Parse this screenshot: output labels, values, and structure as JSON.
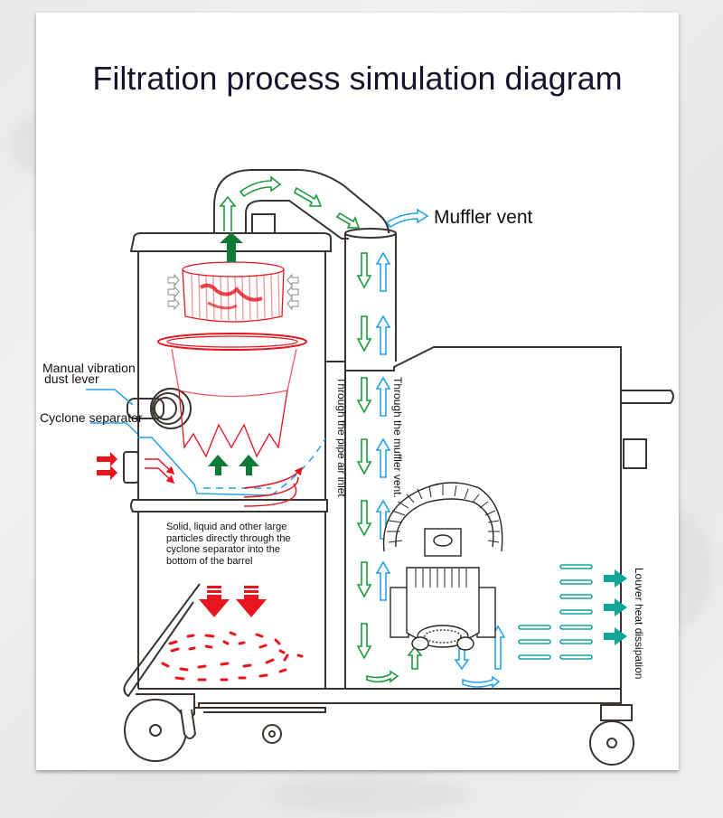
{
  "title": "Filtration process simulation diagram",
  "labels": {
    "muffler_vent": "Muffler vent",
    "manual_vibration_line1": "Manual vibration",
    "manual_vibration_line2": "dust lever",
    "cyclone_separator": "Cyclone separator",
    "large_particles": "Solid, liquid and other large particles directly through the cyclone separator into the bottom of the barrel",
    "pipe_air_inlet": "Through the pipe air inlet",
    "muffler_vent_path": "Through the muffler vent.",
    "louver_heat": "Louver heat dissipation"
  },
  "colors": {
    "outline": "#3a3330",
    "air_green": "#1a9a3a",
    "exhaust_blue": "#27a3e6",
    "dust_red": "#e8141e",
    "louver_teal": "#12a39a",
    "filter_arrow_grey": "#8a8a8a",
    "title_text": "#14142a",
    "solid_green": "#0d7a36"
  },
  "icons": {
    "inlet_arrows": "red-right-arrows",
    "filter_up_arrow": "green-up-arrow",
    "cyclone_up_arrows": "green-up-arrows",
    "down_arrows": "red-down-arrows",
    "louver_arrows": "teal-right-arrows"
  }
}
